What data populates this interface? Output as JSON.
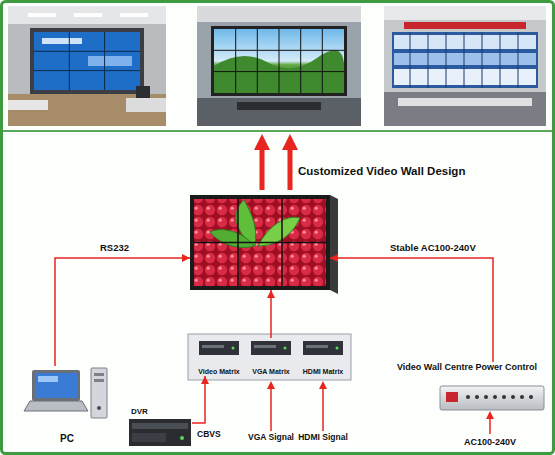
{
  "diagram": {
    "nodes": [
      {
        "text": [
          "Customized Video Wall Design"
        ]
      },
      {
        "text": [
          "PC"
        ]
      },
      {
        "text": [
          "Video Matrix"
        ]
      },
      {
        "text": [
          "VGA Matrix"
        ]
      },
      {
        "text": [
          "HDMI Matrix"
        ]
      },
      {
        "text": [
          "DVR"
        ]
      },
      {
        "text": [
          "Video Wall Centre Power Control"
        ]
      }
    ],
    "edges": [
      {
        "from": 1,
        "to": 0,
        "label": "RS232",
        "arrow": "to"
      },
      {
        "from": 6,
        "to": 0,
        "label": "Stable AC100-240V",
        "arrow": "to"
      },
      {
        "from": 3,
        "to": 0,
        "arrow": "to"
      },
      {
        "from": 5,
        "to": 2,
        "label": "CBVS",
        "arrow": "to"
      }
    ],
    "labels": [
      "VGA Signal",
      "HDMI Signal",
      "AC100-240V"
    ]
  }
}
